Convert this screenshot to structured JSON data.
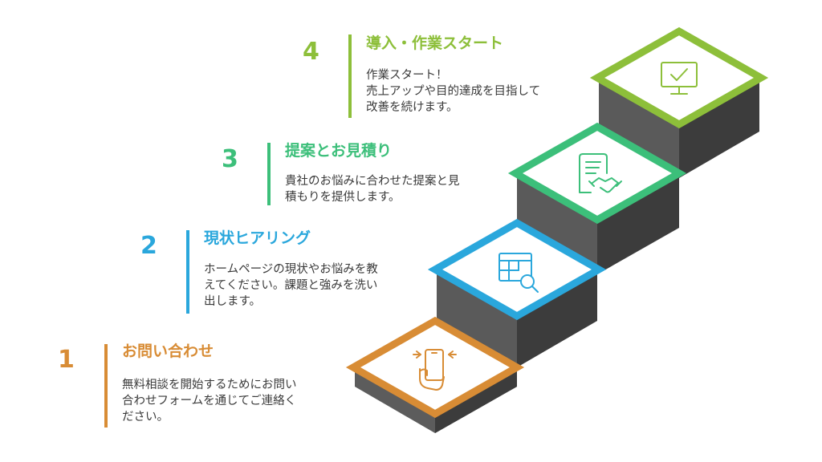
{
  "colors": {
    "step1": "#D88C35",
    "step2": "#2AA7DC",
    "step3": "#3CBF7A",
    "step4": "#8DBF3A",
    "stair_top": "#6e6e6e",
    "stair_front": "#5a5a5a",
    "stair_side": "#3f3f3f",
    "stair_dark": "#2f2f2f"
  },
  "steps": [
    {
      "number": "1",
      "title": "お問い合わせ",
      "description": "無料相談を開始するためにお問い\n合わせフォームを通じてご連絡く\nださい。",
      "icon": "smartphone-hand-icon"
    },
    {
      "number": "2",
      "title": "現状ヒアリング",
      "description": "ホームページの現状やお悩みを教\nえてください。課題と強みを洗い\n出します。",
      "icon": "web-search-icon"
    },
    {
      "number": "3",
      "title": "提案とお見積り",
      "description": "貴社のお悩みに合わせた提案と見\n積もりを提供します。",
      "icon": "contract-handshake-icon"
    },
    {
      "number": "4",
      "title": "導入・作業スタート",
      "description": "作業スタート！\n売上アップや目的達成を目指して\n改善を続けます。",
      "icon": "monitor-check-icon"
    }
  ]
}
